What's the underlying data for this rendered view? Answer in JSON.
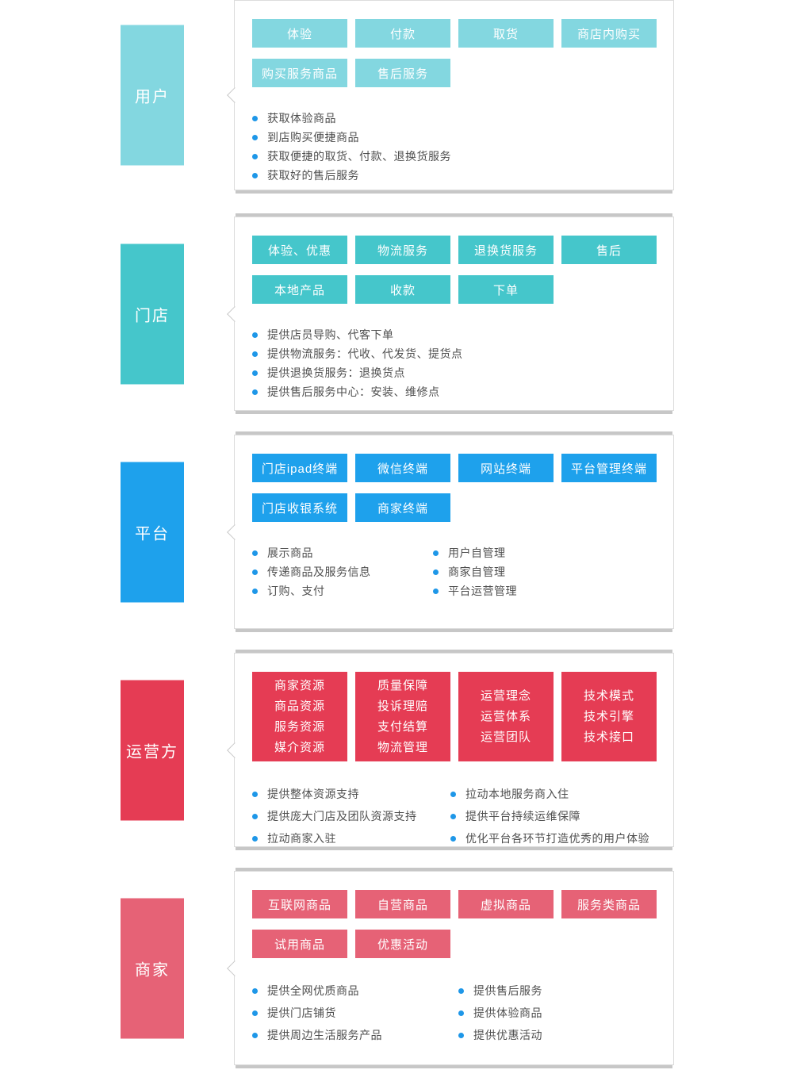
{
  "accent_color": "#1e97e8",
  "sections": [
    {
      "id": "user",
      "label": "用户",
      "color": "#83d7e0",
      "tag_rows": [
        [
          "体验",
          "付款",
          "取货",
          "商店内购买"
        ],
        [
          "购买服务商品",
          "售后服务"
        ]
      ],
      "bullet_columns": [
        [
          "获取体验商品",
          "到店购买便捷商品",
          "获取便捷的取货、付款、退换货服务",
          "获取好的售后服务"
        ]
      ]
    },
    {
      "id": "store",
      "label": "门店",
      "color": "#45c6cb",
      "tag_rows": [
        [
          "体验、优惠",
          "物流服务",
          "退换货服务",
          "售后"
        ],
        [
          "本地产品",
          "收款",
          "下单"
        ]
      ],
      "bullet_columns": [
        [
          "提供店员导购、代客下单",
          "提供物流服务：代收、代发货、提货点",
          "提供退换货服务：退换货点",
          "提供售后服务中心：安装、维修点"
        ]
      ]
    },
    {
      "id": "platform",
      "label": "平台",
      "color": "#1ea1ec",
      "tag_rows": [
        [
          "门店ipad终端",
          "微信终端",
          "网站终端",
          "平台管理终端"
        ],
        [
          "门店收银系统",
          "商家终端"
        ]
      ],
      "bullet_columns": [
        [
          "展示商品",
          "传递商品及服务信息",
          "订购、支付"
        ],
        [
          "用户自管理",
          "商家自管理",
          "平台运营管理"
        ]
      ]
    },
    {
      "id": "operator",
      "label": "运营方",
      "color": "#e53c54",
      "tag_rows": [
        [
          {
            "lines": [
              "商家资源",
              "商品资源",
              "服务资源",
              "媒介资源"
            ]
          },
          {
            "lines": [
              "质量保障",
              "投诉理赔",
              "支付结算",
              "物流管理"
            ]
          },
          {
            "lines": [
              "运营理念",
              "运营体系",
              "运营团队"
            ]
          },
          {
            "lines": [
              "技术模式",
              "技术引擎",
              "技术接口"
            ]
          }
        ]
      ],
      "bullet_columns": [
        [
          "提供整体资源支持",
          "提供庞大门店及团队资源支持",
          "拉动商家入驻"
        ],
        [
          "拉动本地服务商入住",
          "提供平台持续运维保障",
          "优化平台各环节打造优秀的用户体验"
        ]
      ]
    },
    {
      "id": "merchant",
      "label": "商家",
      "color": "#e66276",
      "tag_rows": [
        [
          "互联网商品",
          "自营商品",
          "虚拟商品",
          "服务类商品"
        ],
        [
          "试用商品",
          "优惠活动"
        ]
      ],
      "bullet_columns": [
        [
          "提供全网优质商品",
          "提供门店铺货",
          "提供周边生活服务产品"
        ],
        [
          "提供售后服务",
          "提供体验商品",
          "提供优惠活动"
        ]
      ]
    }
  ]
}
